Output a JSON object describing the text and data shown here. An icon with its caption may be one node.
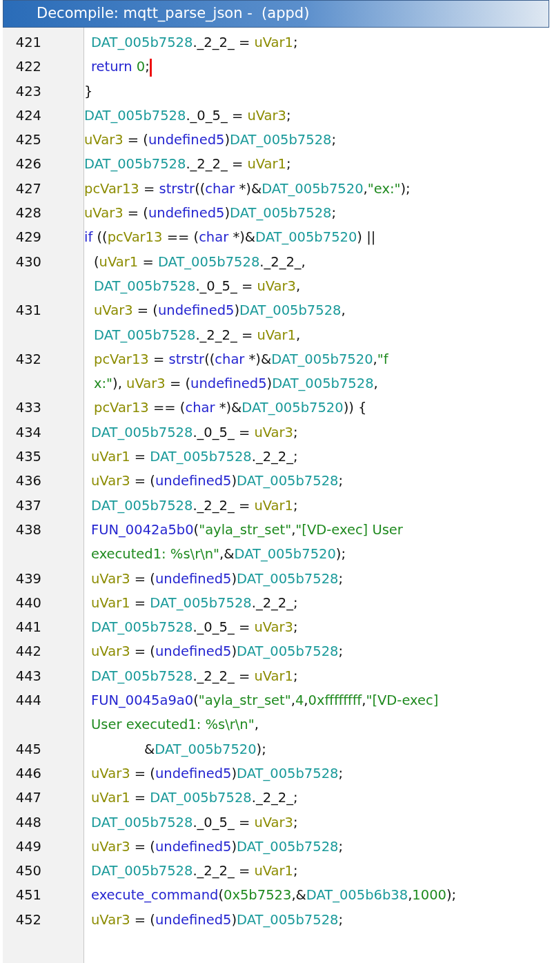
{
  "diagram": {
    "title": "Decompile: mqtt_parse_json -  (appd)",
    "labels": [
      "421",
      "DAT_005b7528._2_2_ = uVar1;",
      "422",
      "return 0;",
      "423",
      "}",
      "424",
      "DAT_005b7528._0_5_ = uVar3;",
      "425",
      "uVar3 = (undefined5)DAT_005b7528;",
      "426",
      "DAT_005b7528._2_2_ = uVar1;",
      "427",
      "pcVar13 = strstr((char *)&DAT_005b7520,\"ex:\");",
      "428",
      "uVar3 = (undefined5)DAT_005b7528;",
      "429",
      "if ((pcVar13 == (char *)&DAT_005b7520) ||",
      "430",
      "(uVar1 = DAT_005b7528._2_2_, DAT_005b7528._0_5_ = uVar3,",
      "431",
      "uVar3 = (undefined5)DAT_005b7528, DAT_005b7528._2_2_ = uVar1,",
      "432",
      "pcVar13 = strstr((char *)&DAT_005b7520,\"fx:\"), uVar3 = (undefined5)DAT_005b7528,",
      "433",
      "pcVar13 == (char *)&DAT_005b7520)) {",
      "434",
      "DAT_005b7528._0_5_ = uVar3;",
      "435",
      "uVar1 = DAT_005b7528._2_2_;",
      "436",
      "uVar3 = (undefined5)DAT_005b7528;",
      "437",
      "DAT_005b7528._2_2_ = uVar1;",
      "438",
      "FUN_0042a5b0(\"ayla_str_set\",\"[VD-exec] User executed1: %s\\r\\n\",&DAT_005b7520);",
      "439",
      "uVar3 = (undefined5)DAT_005b7528;",
      "440",
      "uVar1 = DAT_005b7528._2_2_;",
      "441",
      "DAT_005b7528._0_5_ = uVar3;",
      "442",
      "uVar3 = (undefined5)DAT_005b7528;",
      "443",
      "DAT_005b7528._2_2_ = uVar1;",
      "444",
      "FUN_0045a9a0(\"ayla_str_set\",4,0xffffffff,\"[VD-exec] User executed1: %s\\r\\n\",",
      "445",
      "&DAT_005b7520);",
      "446",
      "uVar3 = (undefined5)DAT_005b7528;",
      "447",
      "uVar1 = DAT_005b7528._2_2_;",
      "448",
      "DAT_005b7528._0_5_ = uVar3;",
      "449",
      "uVar3 = (undefined5)DAT_005b7528;",
      "450",
      "DAT_005b7528._2_2_ = uVar1;",
      "451",
      "execute_command(0x5b7523,&DAT_005b6b38,1000);",
      "452",
      "uVar3 = (undefined5)DAT_005b7528;"
    ]
  }
}
